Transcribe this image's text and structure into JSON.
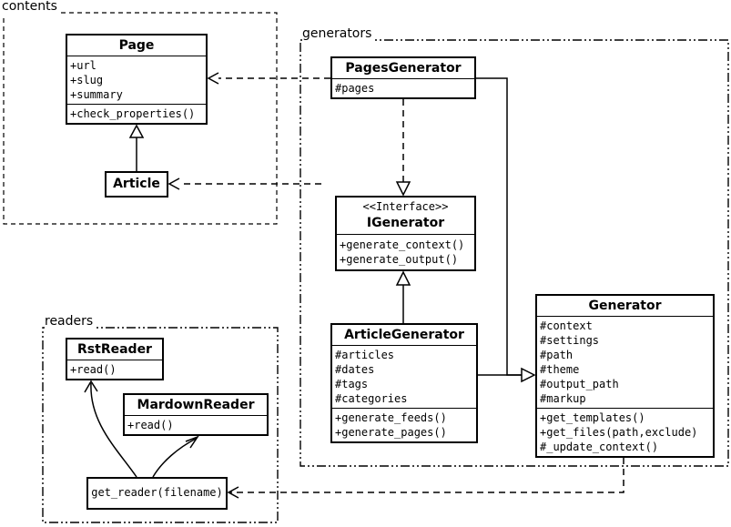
{
  "packages": {
    "contents": "contents",
    "generators": "generators",
    "readers": "readers"
  },
  "classes": {
    "page": {
      "name": "Page",
      "attributes": [
        "+url",
        "+slug",
        "+summary"
      ],
      "methods": [
        "+check_properties()"
      ]
    },
    "article": {
      "name": "Article"
    },
    "pagesGenerator": {
      "name": "PagesGenerator",
      "attributes": [
        "#pages"
      ]
    },
    "iGenerator": {
      "stereotype": "<<Interface>>",
      "name": "IGenerator",
      "methods": [
        "+generate_context()",
        "+generate_output()"
      ]
    },
    "articleGenerator": {
      "name": "ArticleGenerator",
      "attributes": [
        "#articles",
        "#dates",
        "#tags",
        "#categories"
      ],
      "methods": [
        "+generate_feeds()",
        "+generate_pages()"
      ]
    },
    "generator": {
      "name": "Generator",
      "attributes": [
        "#context",
        "#settings",
        "#path",
        "#theme",
        "#output_path",
        "#markup"
      ],
      "methods": [
        "+get_templates()",
        "+get_files(path,exclude)",
        "#_update_context()"
      ]
    },
    "rstReader": {
      "name": "RstReader",
      "methods": [
        "+read()"
      ]
    },
    "markdownReader": {
      "name": "MardownReader",
      "methods": [
        "+read()"
      ]
    },
    "getReader": {
      "name": "get_reader(filename)"
    }
  },
  "colors": {
    "line": "#000000",
    "background": "#ffffff"
  }
}
